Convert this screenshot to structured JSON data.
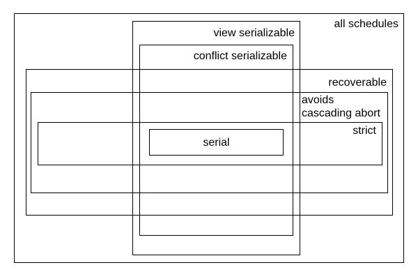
{
  "diagram": {
    "description": "nested-schedule-classes-diagram",
    "colors": {
      "background": "#ffffff",
      "line": "#000000",
      "text": "#000000"
    },
    "regions": [
      {
        "id": "all-schedules",
        "label": "all schedules"
      },
      {
        "id": "view-serializable",
        "label": "view serializable"
      },
      {
        "id": "conflict-serializable",
        "label": "conflict serializable"
      },
      {
        "id": "recoverable",
        "label": "recoverable"
      },
      {
        "id": "avoids-cascading-abort",
        "label": "avoids cascading abort",
        "lines": [
          "avoids",
          "cascading abort"
        ]
      },
      {
        "id": "strict",
        "label": "strict"
      },
      {
        "id": "serial",
        "label": "serial"
      }
    ]
  }
}
